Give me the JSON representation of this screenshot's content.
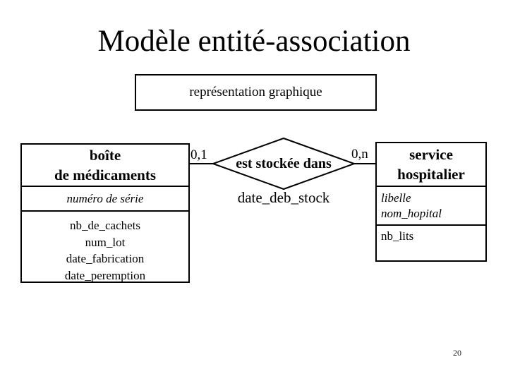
{
  "slide": {
    "title": "Modèle entité-association",
    "subtitle": "représentation graphique",
    "page_number": "20",
    "background_color": "#ffffff",
    "text_color": "#000000"
  },
  "diagram": {
    "left_entity": {
      "name_line1": "boîte",
      "name_line2": "de médicaments",
      "identifier": "numéro de série",
      "attributes": [
        "nb_de_cachets",
        "num_lot",
        "date_fabrication",
        "date_peremption"
      ]
    },
    "relationship": {
      "label": "est stockée dans",
      "attribute": "date_deb_stock",
      "cardinality_left": "0,1",
      "cardinality_right": "0,n"
    },
    "right_entity": {
      "name_line1": "service",
      "name_line2": "hospitalier",
      "identifiers": [
        "libelle",
        "nom_hopital"
      ],
      "attributes": [
        "nb_lits"
      ]
    }
  }
}
